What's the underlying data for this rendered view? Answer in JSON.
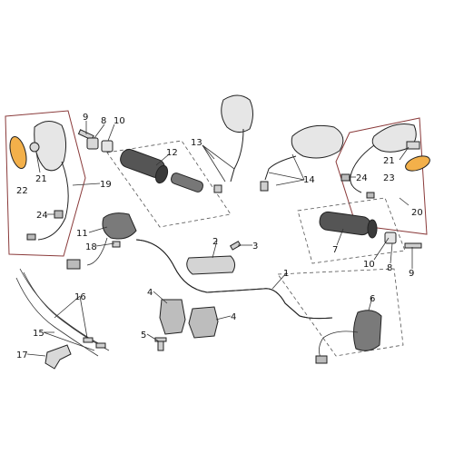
{
  "callouts": {
    "c1": "1",
    "c2": "2",
    "c3": "3",
    "c4a": "4",
    "c4b": "4",
    "c5": "5",
    "c6": "6",
    "c7": "7",
    "c8l": "8",
    "c8r": "8",
    "c9l": "9",
    "c9r": "9",
    "c10l": "10",
    "c10r": "10",
    "c11": "11",
    "c12": "12",
    "c13": "13",
    "c14": "14",
    "c15": "15",
    "c16": "16",
    "c17": "17",
    "c18": "18",
    "c19": "19",
    "c20": "20",
    "c21l": "21",
    "c21r": "21",
    "c22": "22",
    "c23": "23",
    "c24l": "24",
    "c24r": "24"
  },
  "colors": {
    "grip": "#555555",
    "grip_dark": "#3a3a3a",
    "metal": "#cfcfcf",
    "lens_orange": "#f3b04a",
    "panel_border": "#8a3a3a"
  }
}
